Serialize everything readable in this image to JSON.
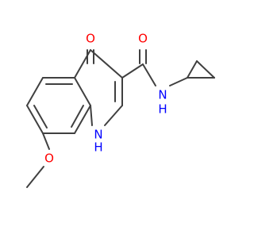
{
  "molecule": {
    "atoms": {
      "o_carbonyl_ring": {
        "label": "O",
        "color": "#ff0000"
      },
      "o_amide": {
        "label": "O",
        "color": "#ff0000"
      },
      "nh_amide": {
        "label": "N",
        "hydrogen": "H",
        "color": "#0000ff"
      },
      "nh_ring": {
        "label": "N",
        "hydrogen": "H",
        "color": "#0000ff"
      },
      "o_methoxy": {
        "label": "O",
        "color": "#ff0000"
      }
    }
  }
}
